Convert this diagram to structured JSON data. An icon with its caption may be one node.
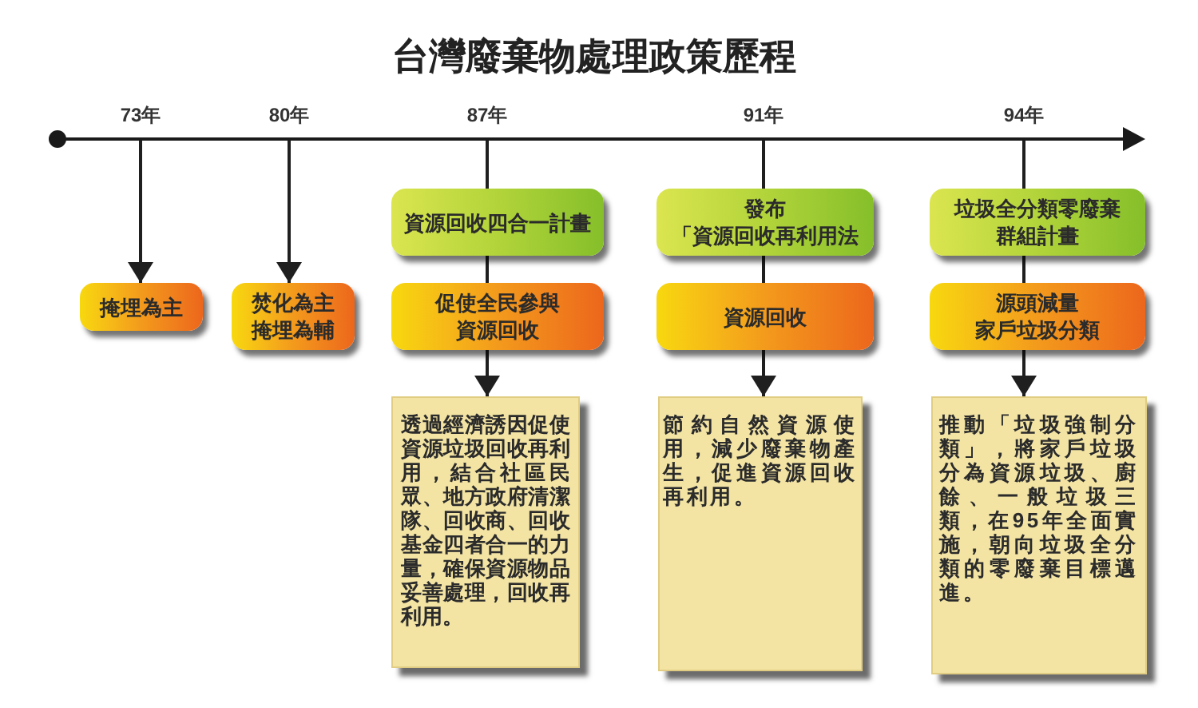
{
  "diagram": {
    "title": "台灣廢棄物處理政策歷程",
    "nodes": [
      {
        "text": [
          "掩埋為主"
        ]
      },
      {
        "text": [
          "焚化為主",
          "掩埋為輔"
        ]
      },
      {
        "text": [
          "資源回收四合一計畫"
        ]
      },
      {
        "text": [
          "促使全民參與資源回收"
        ]
      },
      {
        "text": [
          "透過經濟誘因促使資源垃圾回收再利用，結合社區民眾、地方政府清潔隊、回收商、回收基金四者合一的力量，確保資源物品妥善處理，回收再利用。"
        ]
      },
      {
        "text": [
          "發布",
          "「資源回收再利用法"
        ]
      },
      {
        "text": [
          "資源回收"
        ]
      },
      {
        "text": [
          "節約自然資源使用，減少廢棄物產生，促進資源回收再利用。"
        ]
      },
      {
        "text": [
          "垃圾全分類零廢棄群組計畫"
        ]
      },
      {
        "text": [
          "源頭減量",
          "家戶垃圾分類"
        ]
      },
      {
        "text": [
          "推動「垃圾強制分類」，將家戶垃圾分為資源垃圾、廚餘、一般垃圾三類，在95年全面實施，朝向垃圾全分類的零廢棄目標邁進。"
        ]
      }
    ],
    "edges": [
      {
        "from": null,
        "to": 0,
        "arrow": "to"
      },
      {
        "from": null,
        "to": 1,
        "arrow": "to"
      },
      {
        "from": null,
        "to": 2,
        "arrow": "none"
      },
      {
        "from": 2,
        "to": 3,
        "arrow": "none"
      },
      {
        "from": 3,
        "to": 4,
        "arrow": "to"
      },
      {
        "from": null,
        "to": 5,
        "arrow": "none"
      },
      {
        "from": 5,
        "to": 6,
        "arrow": "none"
      },
      {
        "from": 6,
        "to": 7,
        "arrow": "to"
      },
      {
        "from": null,
        "to": 8,
        "arrow": "none"
      },
      {
        "from": 8,
        "to": 9,
        "arrow": "none"
      },
      {
        "from": 9,
        "to": 10,
        "arrow": "to"
      }
    ],
    "labels": [
      "73年",
      "80年",
      "87年",
      "91年",
      "94年"
    ]
  }
}
